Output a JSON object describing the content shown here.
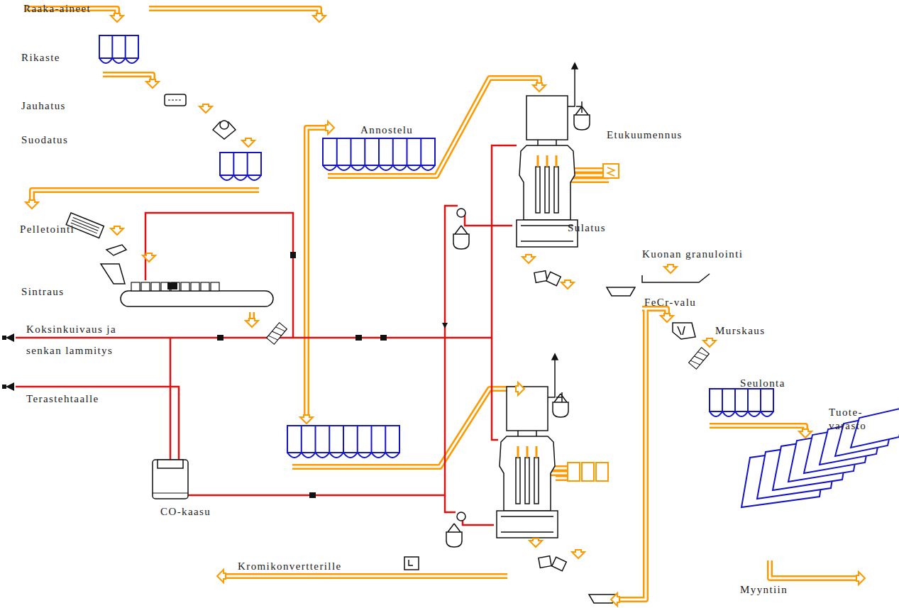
{
  "diagram": {
    "labels": [
      "Raaka-aineet",
      "Rikaste",
      "Jauhatus",
      "Suodatus",
      "Pelletointi",
      "Sintraus",
      "Koksinkuivaus ja senkan lammitys",
      "Terastehtaalle",
      "CO-kaasu",
      "Annostelu",
      "Etukuumennus",
      "Sulatus",
      "Kuonan granulointi",
      "FeCr-valu",
      "Murskaus",
      "Seulonta",
      "Tuote- varasto",
      "Myyntiin",
      "Kromikonvertterille"
    ]
  }
}
